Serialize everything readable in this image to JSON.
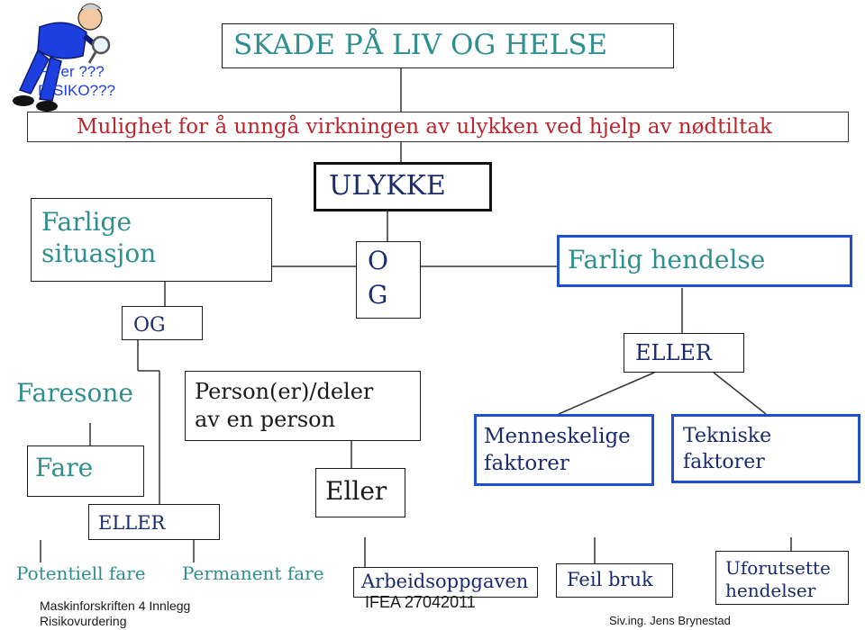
{
  "mascot": {
    "label_line1": "Farer ???",
    "label_line2": "RISIKO???"
  },
  "title": "SKADE PÅ LIV OG HELSE",
  "subtitle": "Mulighet for å unngå virkningen av ulykken ved hjelp av nødtiltak",
  "nodes": {
    "ulykke": "ULYKKE",
    "og_center": "O\nG",
    "farlige_situasjon": "Farlige\nsituasjon",
    "farlig_hendelse": "Farlig hendelse",
    "og_left": "OG",
    "eller_right": "ELLER",
    "faresone": "Faresone",
    "fare": "Fare",
    "eller_left": "ELLER",
    "personer": "Person(er)/deler\nav en person",
    "eller_center": "Eller",
    "menneskelige": "Menneskelige\nfaktorer",
    "tekniske": "Tekniske\nfaktorer",
    "potentiell": "Potentiell fare",
    "permanent": "Permanent fare",
    "arbeidsoppgaven": "Arbeidsoppgaven",
    "feil_bruk": "Feil bruk",
    "uforutsette": "Uforutsette\nhendelser"
  },
  "footer": {
    "left_line1": "Maskinforskriften 4 Innlegg",
    "left_line2": "Risikovurdering",
    "center": "IFEA 27042011",
    "right": "Siv.ing. Jens Brynestad"
  },
  "colors": {
    "teal": "#2f8f8f",
    "navy": "#1a2b6e",
    "blue_border": "#1f4fd1",
    "mascot_blue": "#1e3fe0"
  }
}
